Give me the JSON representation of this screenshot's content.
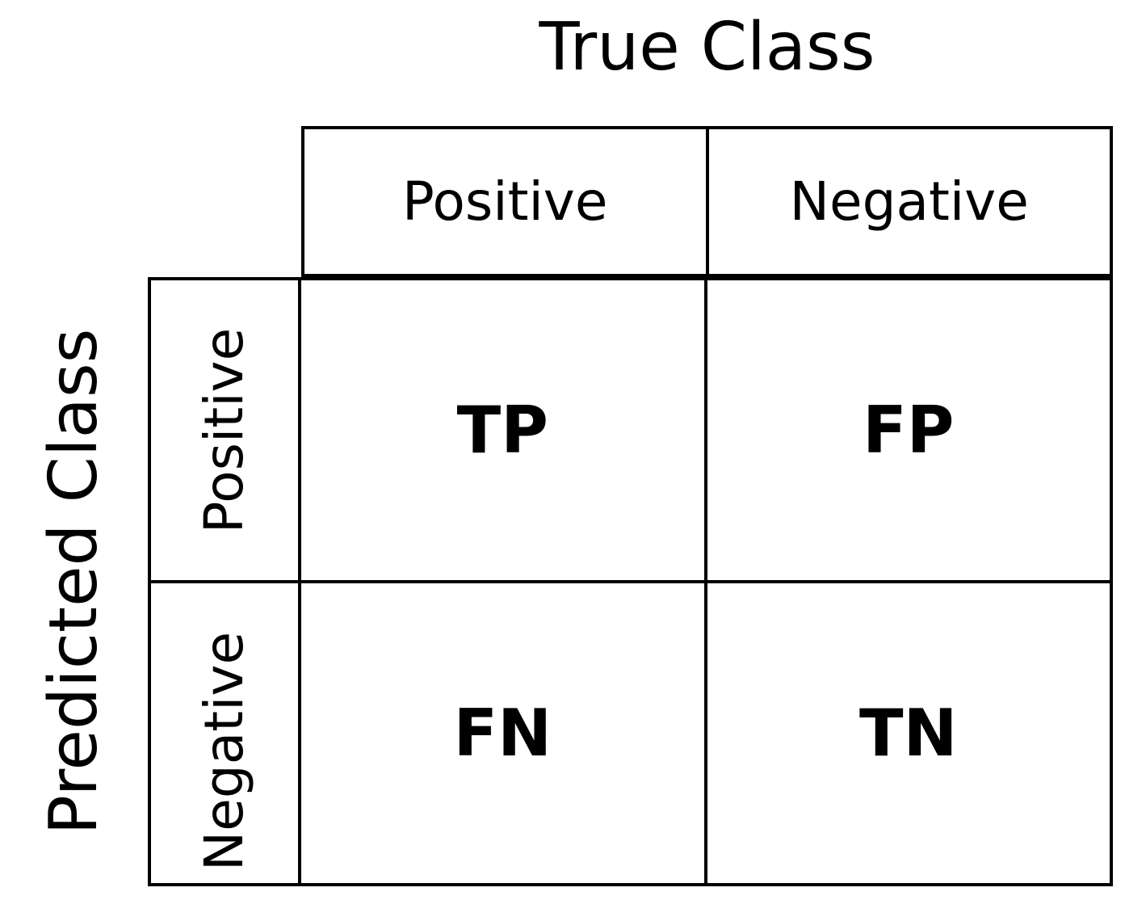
{
  "figure": {
    "kind": "confusion-matrix",
    "background_color": "#ffffff",
    "line_color": "#000000",
    "text_color": "#000000"
  },
  "axes": {
    "top_title": "True Class",
    "left_title": "Predicted Class"
  },
  "columns": [
    {
      "label": "Positive"
    },
    {
      "label": "Negative"
    }
  ],
  "rows": [
    {
      "label": "Positive"
    },
    {
      "label": "Negative"
    }
  ],
  "cells": [
    [
      {
        "label": "TP"
      },
      {
        "label": "FP"
      }
    ],
    [
      {
        "label": "FN"
      },
      {
        "label": "TN"
      }
    ]
  ],
  "chart_data": {
    "type": "table",
    "title": "",
    "xlabel": "True Class",
    "ylabel": "Predicted Class",
    "categories": [
      "Positive",
      "Negative"
    ],
    "row_categories": [
      "Positive",
      "Negative"
    ],
    "column_headers": [
      "Positive",
      "Negative"
    ],
    "values": [
      [
        "TP",
        "FP"
      ],
      [
        "FN",
        "TN"
      ]
    ],
    "grid": true,
    "legend": "none"
  }
}
